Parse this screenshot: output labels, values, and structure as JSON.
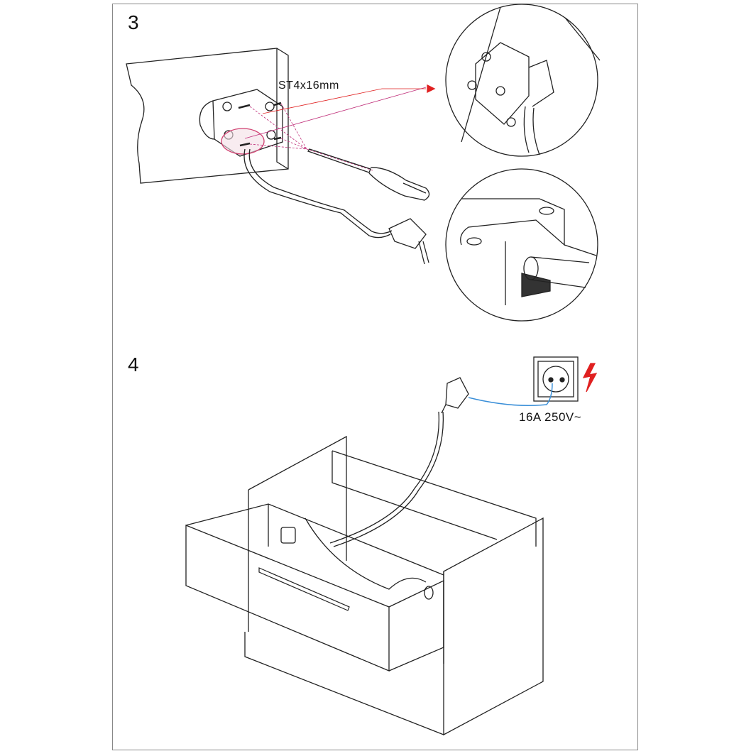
{
  "step3": {
    "number": "3",
    "screw_label": "ST4x16mm"
  },
  "step4": {
    "number": "4",
    "socket_rating": "16A  250V~"
  },
  "colors": {
    "line": "#222222",
    "guide": "#c0307a",
    "arrow": "#e02020",
    "cable_blue": "#3a8fd8",
    "lightning": "#e02020"
  }
}
